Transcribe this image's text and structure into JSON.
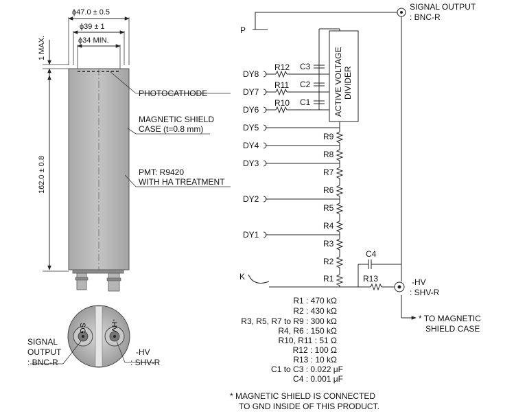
{
  "dimensions": {
    "dia_outer": "ϕ47.0 ± 0.5",
    "dia_mid": "ϕ39 ± 1",
    "dia_min": "ϕ34 MIN.",
    "max_gap": "1 MAX.",
    "length": "162.0 ± 0.8"
  },
  "tube_labels": {
    "photocathode": "PHOTOCATHODE",
    "shield_line1": "MAGNETIC SHIELD",
    "shield_line2": "CASE (t=0.8 mm)",
    "pmt_line1": "PMT: R9420",
    "pmt_line2": "WITH HA TREATMENT"
  },
  "base_view": {
    "sig_label_line1": "SIGNAL",
    "sig_label_line2": "OUTPUT",
    "sig_label_line3": ": BNC-R",
    "hv_label_line1": "-HV",
    "hv_label_line2": ": SHV-R",
    "sg_mark": "SG",
    "hv_mark": "-HV"
  },
  "circuit": {
    "signal_out_line1": "SIGNAL OUTPUT",
    "signal_out_line2": ": BNC-R",
    "hv_line1": "-HV",
    "hv_line2": ": SHV-R",
    "to_shield_line1": "* TO MAGNETIC",
    "to_shield_line2": "SHIELD CASE",
    "anode": "P",
    "cathode": "K",
    "divider_line1": "ACTIVE VOLTAGE",
    "divider_line2": "DIVIDER",
    "dynodes": [
      "DY8",
      "DY7",
      "DY6",
      "DY5",
      "DY4",
      "DY3",
      "DY2",
      "DY1"
    ],
    "caps": [
      "C3",
      "C2",
      "C1",
      "C4"
    ],
    "resistors_top": [
      "R12",
      "R11",
      "R10"
    ],
    "resistors_chain": [
      "R9",
      "R8",
      "R7",
      "R6",
      "R5",
      "R4",
      "R3",
      "R2",
      "R1"
    ],
    "r13": "R13"
  },
  "values": [
    "R1 : 470 kΩ",
    "R2 : 430 kΩ",
    "R3, R5, R7 to R9 : 300 kΩ",
    "R4, R6 : 150 kΩ",
    "R10, R11 : 51 Ω",
    "R12 : 100 Ω",
    "R13 : 10 kΩ",
    "C1 to C3 : 0.022 μF",
    "C4 : 0.001 μF"
  ],
  "note": {
    "line1": "* MAGNETIC SHIELD IS CONNECTED",
    "line2": "TO GND INSIDE OF THIS PRODUCT."
  }
}
